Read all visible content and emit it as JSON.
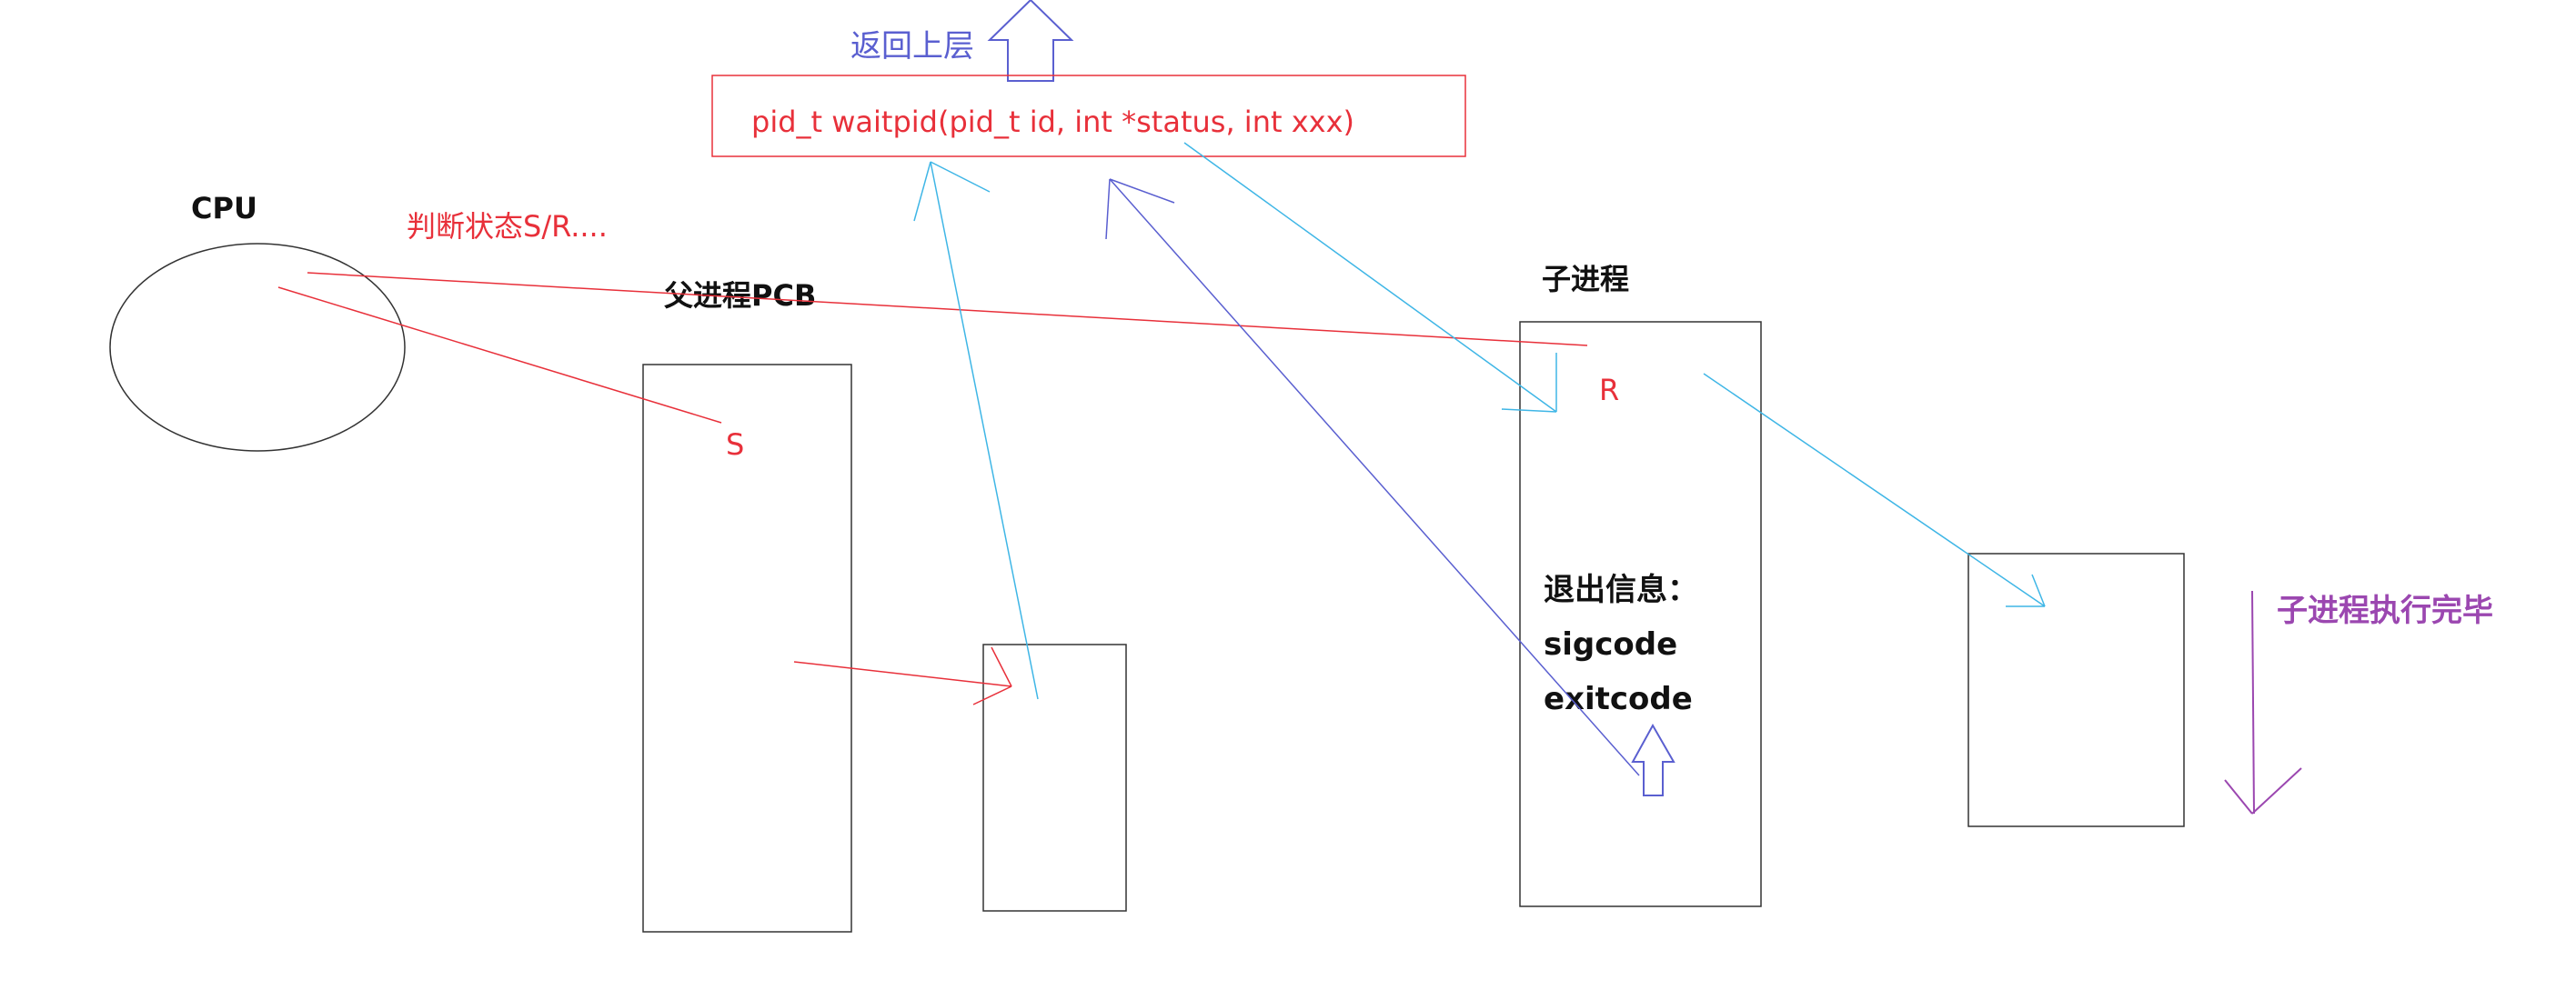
{
  "colors": {
    "red": "#e8303a",
    "blue": "#5a5fd0",
    "cyan": "#3fb6e6",
    "purple": "#9b47b0",
    "black": "#111111",
    "box_stroke": "#333333"
  },
  "labels": {
    "return_upper": "返回上层",
    "waitpid_signature": "pid_t waitpid(pid_t id, int *status, int xxx)",
    "cpu": "CPU",
    "judge_state": "判断状态S/R....",
    "parent_pcb": "父进程PCB",
    "child_process": "子进程",
    "state_s": "S",
    "state_r": "R",
    "exit_info": "退出信息：",
    "sigcode": "sigcode",
    "exitcode": "exitcode",
    "child_done": "子进程执行完毕"
  },
  "icons": {
    "up_arrow_top": "up-arrow-icon",
    "up_arrow_small": "up-arrow-icon",
    "down_arrow": "down-arrow-icon"
  }
}
